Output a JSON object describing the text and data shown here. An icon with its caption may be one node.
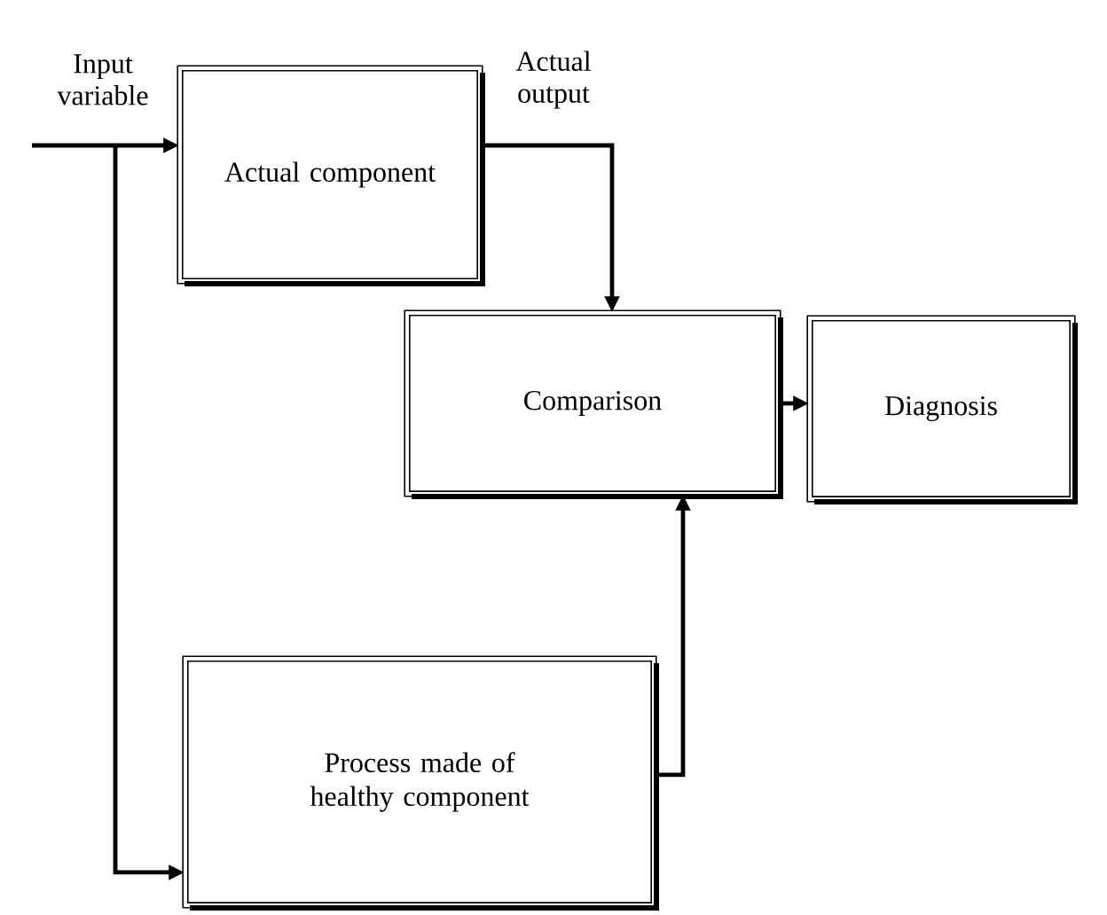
{
  "diagram": {
    "nodes": [
      {
        "text": [
          "Actual component"
        ]
      },
      {
        "text": [
          "Comparison"
        ]
      },
      {
        "text": [
          "Diagnosis"
        ]
      },
      {
        "text": [
          "Process made of healthy component"
        ]
      }
    ],
    "edges": [
      {
        "from": null,
        "to": 0,
        "arrow": "to",
        "label": "Input variable"
      },
      {
        "from": null,
        "to": 3,
        "arrow": "to"
      },
      {
        "from": 0,
        "to": 1,
        "arrow": "to",
        "label": "Actual output"
      },
      {
        "from": 1,
        "to": 2,
        "arrow": "to"
      },
      {
        "from": 3,
        "to": 1,
        "arrow": "to"
      }
    ]
  }
}
